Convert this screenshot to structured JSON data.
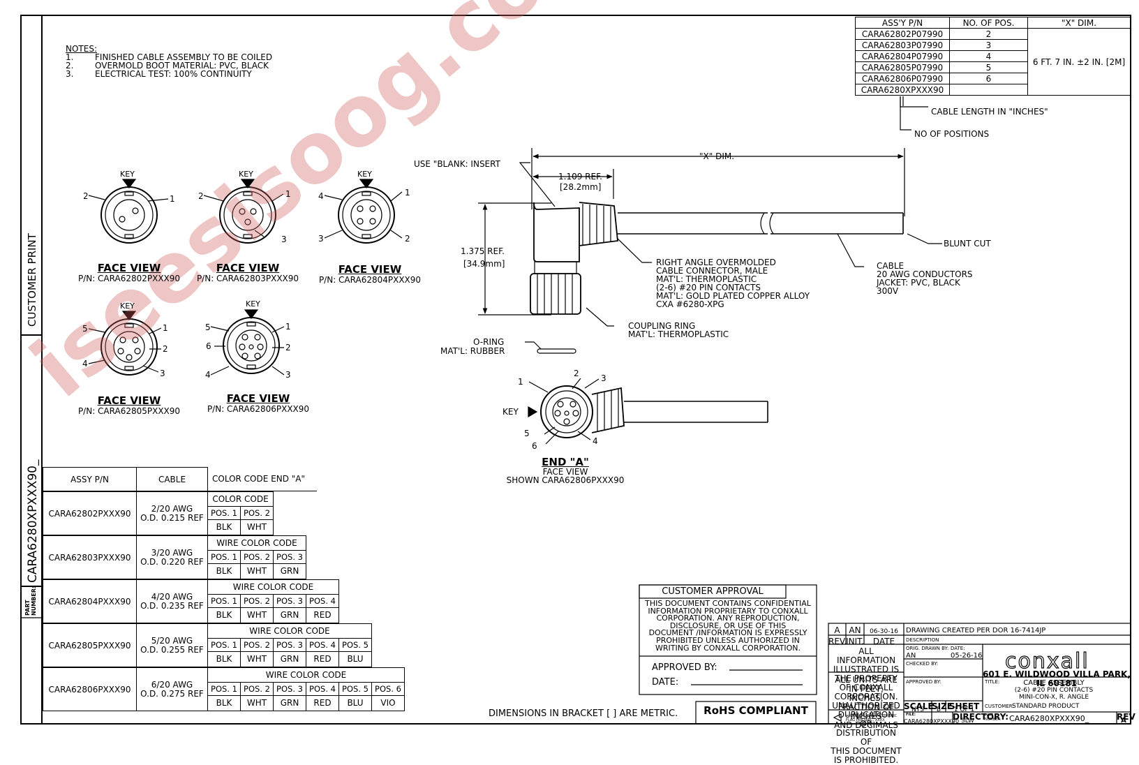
{
  "sidebar": {
    "customer_print": "CUSTOMER PRINT",
    "part_number_label": "PART NUMBER:",
    "part_number": "CARA6280XPXXX90_"
  },
  "notes": {
    "heading": "NOTES:",
    "items": [
      {
        "num": "1.",
        "text": "FINISHED CABLE ASSEMBLY TO BE COILED"
      },
      {
        "num": "2.",
        "text": "OVERMOLD BOOT MATERIAL: PVC, BLACK"
      },
      {
        "num": "3.",
        "text": "ELECTRICAL TEST: 100% CONTINUITY"
      }
    ]
  },
  "assy_table": {
    "headers": [
      "ASS'Y P/N",
      "NO. OF POS.",
      "\"X\" DIM."
    ],
    "rows": [
      {
        "pn": "CARA62802P07990",
        "pos": "2"
      },
      {
        "pn": "CARA62803P07990",
        "pos": "3"
      },
      {
        "pn": "CARA62804P07990",
        "pos": "4"
      },
      {
        "pn": "CARA62805P07990",
        "pos": "5"
      },
      {
        "pn": "CARA62806P07990",
        "pos": "6"
      },
      {
        "pn": "CARA6280XPXXX90",
        "pos": ""
      }
    ],
    "x_dim": "6 FT. 7 IN. ±2 IN. [2M]",
    "callout_length": "CABLE LENGTH IN \"INCHES\"",
    "callout_positions": "NO OF POSITIONS"
  },
  "face_views": {
    "key": "KEY",
    "title": "FACE VIEW",
    "views": [
      {
        "pn": "P/N: CARA62802PXXX90",
        "pins": [
          "2",
          "1"
        ]
      },
      {
        "pn": "P/N: CARA62803PXXX90",
        "pins": [
          "2",
          "1",
          "3"
        ]
      },
      {
        "pn": "P/N: CARA62804PXXX90",
        "pins": [
          "4",
          "1",
          "3",
          "2"
        ]
      },
      {
        "pn": "P/N: CARA62805PXXX90",
        "pins": [
          "5",
          "1",
          "2",
          "4",
          "3"
        ]
      },
      {
        "pn": "P/N: CARA62806PXXX90",
        "pins": [
          "5",
          "1",
          "6",
          "2",
          "4",
          "3"
        ]
      }
    ]
  },
  "side_view": {
    "use_blank": "USE \"BLANK: INSERT",
    "x_dim": "\"X\" DIM.",
    "ref_1109": "1.109 REF.",
    "ref_1109_mm": "[28.2mm]",
    "ref_1375": "1.375 REF.",
    "ref_1375_mm": "[34.9mm]",
    "blunt_cut": "BLUNT CUT",
    "connector": [
      "RIGHT ANGLE OVERMOLDED",
      "CABLE CONNECTOR, MALE",
      "MAT'L: THERMOPLASTIC",
      "(2-6) #20 PIN CONTACTS",
      "MAT'L: GOLD PLATED COPPER ALLOY",
      "CXA #6280-XPG"
    ],
    "cable": [
      "CABLE",
      "20 AWG CONDUCTORS",
      "JACKET: PVC, BLACK",
      "300V"
    ],
    "coupling": [
      "COUPLING RING",
      "MAT'L: THERMOPLASTIC"
    ],
    "oring": [
      "O-RING",
      "MAT'L: RUBBER"
    ]
  },
  "end_a": {
    "title": "END \"A\"",
    "sub1": "FACE VIEW",
    "sub2": "SHOWN CARA62806PXXX90",
    "key": "KEY",
    "pins": [
      "1",
      "2",
      "3",
      "4",
      "5",
      "6"
    ]
  },
  "color_table": {
    "h_assy": "ASSY P/N",
    "h_cable": "CABLE",
    "h_code": "COLOR CODE END \"A\"",
    "pos_label": [
      "POS. 1",
      "POS. 2",
      "POS. 3",
      "POS. 4",
      "POS. 5",
      "POS. 6"
    ],
    "rows": [
      {
        "pn": "CARA62802PXXX90",
        "awg": "2/20 AWG",
        "od": "O.D. 0.215 REF",
        "code": "COLOR CODE",
        "colors": [
          "BLK",
          "WHT"
        ]
      },
      {
        "pn": "CARA62803PXXX90",
        "awg": "3/20 AWG",
        "od": "O.D. 0.220 REF",
        "code": "WIRE COLOR CODE",
        "colors": [
          "BLK",
          "WHT",
          "GRN"
        ]
      },
      {
        "pn": "CARA62804PXXX90",
        "awg": "4/20 AWG",
        "od": "O.D. 0.235 REF",
        "code": "WIRE COLOR CODE",
        "colors": [
          "BLK",
          "WHT",
          "GRN",
          "RED"
        ]
      },
      {
        "pn": "CARA62805PXXX90",
        "awg": "5/20 AWG",
        "od": "O.D. 0.255 REF",
        "code": "WIRE COLOR CODE",
        "colors": [
          "BLK",
          "WHT",
          "GRN",
          "RED",
          "BLU"
        ]
      },
      {
        "pn": "CARA62806PXXX90",
        "awg": "6/20 AWG",
        "od": "O.D. 0.275 REF",
        "code": "WIRE COLOR CODE",
        "colors": [
          "BLK",
          "WHT",
          "GRN",
          "RED",
          "BLU",
          "VIO"
        ]
      }
    ]
  },
  "approval": {
    "title": "CUSTOMER APPROVAL",
    "body": [
      "THIS DOCUMENT CONTAINS CONFIDENTIAL",
      "INFORMATION PROPRIETARY TO CONXALL",
      "CORPORATION. ANY REPRODUCTION,",
      "DISCLOSURE, OR USE OF THIS",
      "DOCUMENT /INFORMATION IS EXPRESSLY",
      "PROHIBITED UNLESS AUTHORIZED IN",
      "WRITING BY CONXALL CORPORATION."
    ],
    "approved_by": "APPROVED BY:",
    "date": "DATE:"
  },
  "footer": {
    "metric_note": "DIMENSIONS IN BRACKET [ ] ARE METRIC.",
    "rohs": "RoHS COMPLIANT"
  },
  "title_block": {
    "rev": "A",
    "init": "AN",
    "rev_date": "06-30-16",
    "rev_desc": "DRAWING CREATED PER DOR 16-7414JP",
    "h_rev": "REV.",
    "h_init": "INIT.",
    "h_date": "DATE",
    "h_desc": "DESCRIPTION",
    "prop1": [
      "ALL INFORMATION ILLUSTRATED IS",
      "THE PROPERTY OF CONXALL",
      "CORPORATION. UNAUTHORIZED",
      "DUPLICATION OR DISTRIBUTION OF",
      "THIS DOCUMENT IS PROHIBITED."
    ],
    "prop2": [
      "ALL UNITS ARE IN FEET,",
      "INCHES, FRACTION OF INCHES",
      "AND DECIMALS"
    ],
    "crit": [
      "= CRITICAL CHARACTERISTIC",
      "FLAG PER SPEC. XXXX"
    ],
    "orig_label": "ORIG. DRAWN BY:",
    "orig": "AN",
    "date_label": "DATE:",
    "date": "05-26-16",
    "checked_label": "CHECKED BY:",
    "approved_label": "APPROVED BY:",
    "company": "conxall",
    "address": "601 E. WILDWOOD VILLA PARK, IL 60181",
    "title_label": "TITLE:",
    "title_lines": [
      "CABLE ASSEMBLY",
      "(2-6) #20 PIN CONTACTS",
      "MINI-CON-X, R. ANGLE"
    ],
    "customer_label": "CUSTOMER:",
    "customer": "STANDARD PRODUCT",
    "scale_label": "SCALE",
    "scale": "NTS",
    "size_label": "SIZE",
    "size": "B",
    "sheet_label": "SHEET",
    "sheet": "1 OF 1",
    "file_label": "FILE:",
    "file": "CARA6280XPXXX90",
    "dir_label": "DIRECTORY:",
    "dir": "SLW",
    "part_label": "PART NUMBER:",
    "part": "CARA6280XPXXX90_",
    "rev_label": "REV",
    "rev_val": "A"
  },
  "watermark": "iseesisoog.com"
}
